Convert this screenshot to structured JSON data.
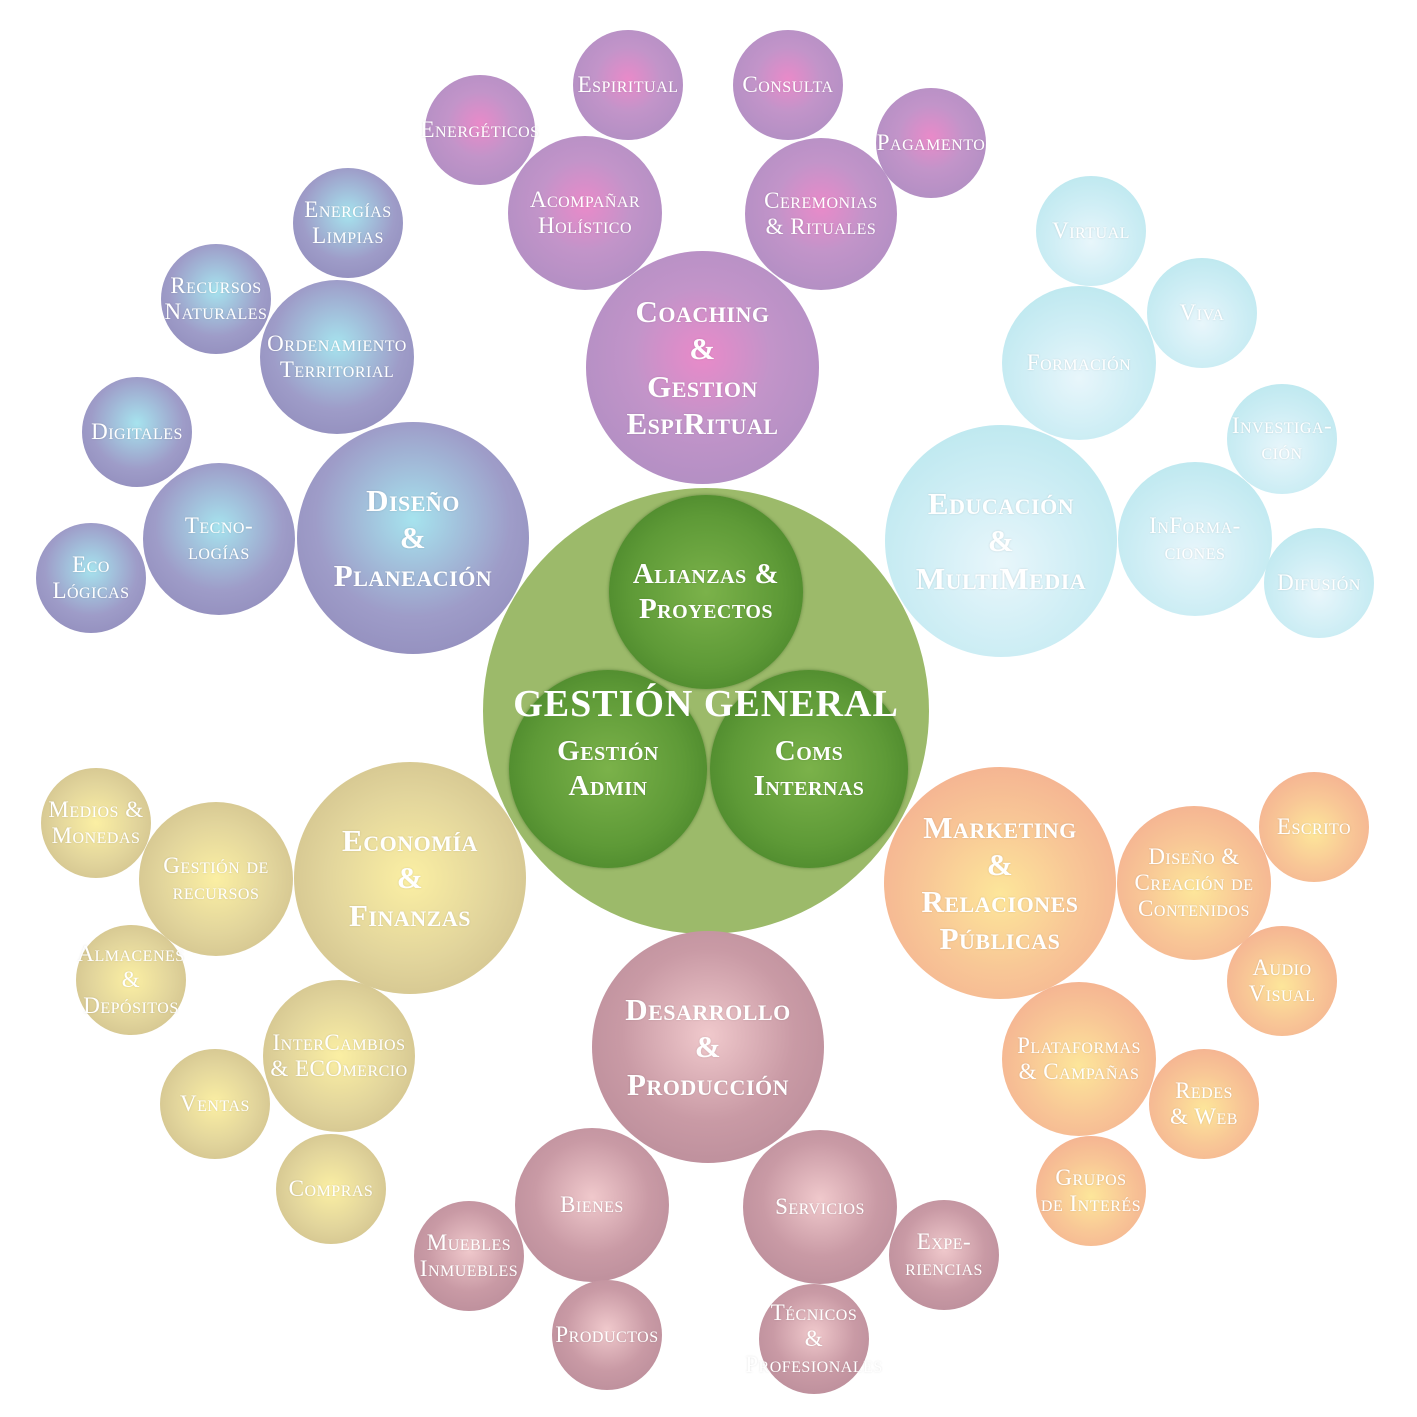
{
  "center": {
    "title": "GESTIÓN GENERAL",
    "inner": [
      {
        "label": "Alianzas &\nProyectos"
      },
      {
        "label": "Gestión\nAdmin"
      },
      {
        "label": "Coms\nInternas"
      }
    ]
  },
  "groups": {
    "coaching": {
      "color": "#b48fc6",
      "main": "Coaching\n&\nGestion\nEspiRitual",
      "items": [
        "Energéticos",
        "Espiritual",
        "Consulta",
        "Pagamento",
        "Acompañar\nHolístico",
        "Ceremonias\n& Rituales"
      ]
    },
    "diseno": {
      "color": "#9894c2",
      "main": "Diseño\n&\nPlaneación",
      "items": [
        "Energías\nLimpias",
        "Recursos\nNaturales",
        "Ordenamiento\nTerritorial",
        "Digitales",
        "Tecno-\nlogías",
        "Eco\nLógicas"
      ]
    },
    "educacion": {
      "color": "#c4ebf2",
      "main": "Educación\n&\nMultiMedia",
      "items": [
        "Virtual",
        "Viva",
        "Formación",
        "Investiga-\nción",
        "InForma-\nciones",
        "Difusión"
      ]
    },
    "economia": {
      "color": "#d9cc94",
      "main": "Economía\n&\nFinanzas",
      "items": [
        "Medios &\nMonedas",
        "Gestión de\nrecursos",
        "Almacenes\n& Depósitos",
        "InterCambios\n& ECOmercio",
        "Ventas",
        "Compras"
      ]
    },
    "marketing": {
      "color": "#f5b592",
      "main": "Marketing\n&\nRelaciones\nPúblicas",
      "items": [
        "Escrito",
        "Diseño &\nCreación de\nContenidos",
        "Audio\nVisual",
        "Plataformas\n& Campañas",
        "Redes\n& Web",
        "Grupos\nde Interés"
      ]
    },
    "desarrollo": {
      "color": "#c196a1",
      "main": "Desarrollo\n&\nProducción",
      "items": [
        "Bienes",
        "Servicios",
        "Muebles\nInmuebles",
        "Productos",
        "Expe-\nriencias",
        "Técnicos\n&\nProfesionales"
      ]
    }
  }
}
